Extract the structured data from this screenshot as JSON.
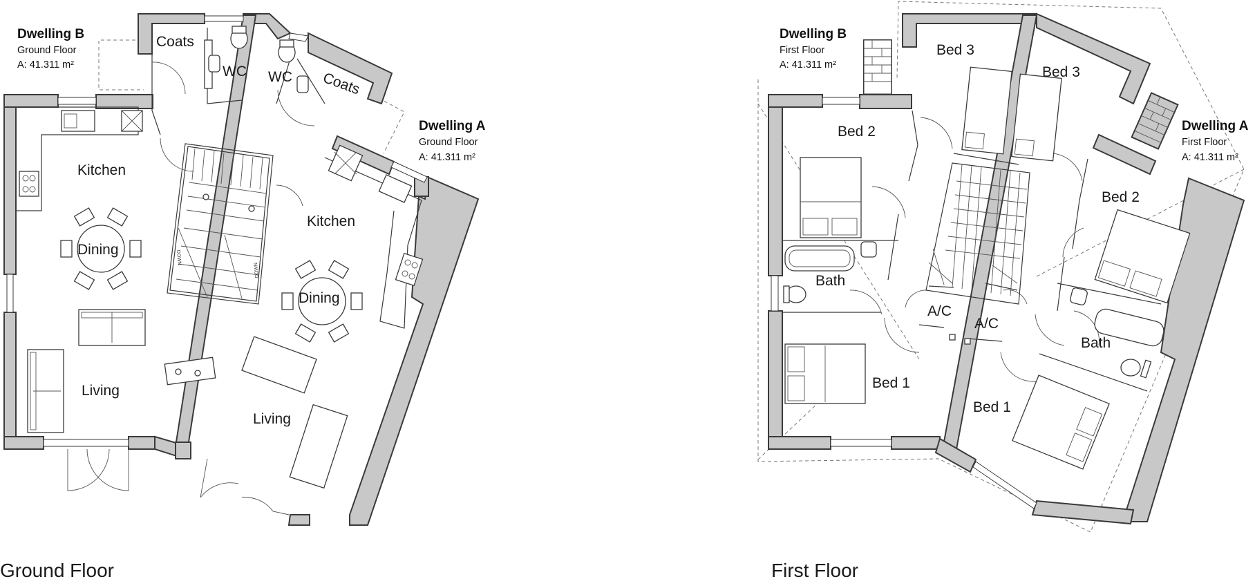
{
  "ground_floor": {
    "title": "Ground Floor",
    "dwelling_b": {
      "name": "Dwelling B",
      "floor": "Ground Floor",
      "area": "A:   41.311 m²"
    },
    "dwelling_a": {
      "name": "Dwelling A",
      "floor": "Ground Floor",
      "area": "A:   41.311 m²"
    },
    "rooms": {
      "b_coats": "Coats",
      "b_wc": "WC",
      "b_kitchen": "Kitchen",
      "b_dining": "Dining",
      "b_living": "Living",
      "a_coats": "Coats",
      "a_wc": "WC",
      "a_kitchen": "Kitchen",
      "a_dining": "Dining",
      "a_living": "Living"
    },
    "stair_labels": {
      "left": "DOWN",
      "right": "DOWN"
    }
  },
  "first_floor": {
    "title": "First Floor",
    "dwelling_b": {
      "name": "Dwelling B",
      "floor": "First Floor",
      "area": "A:   41.311 m²"
    },
    "dwelling_a": {
      "name": "Dwelling A",
      "floor": "First Floor",
      "area": "A:   41.311 m²"
    },
    "rooms": {
      "b_bed3": "Bed 3",
      "b_bed2": "Bed 2",
      "b_bath": "Bath",
      "b_ac": "A/C",
      "b_bed1": "Bed 1",
      "a_bed3": "Bed 3",
      "a_bed2": "Bed 2",
      "a_bath": "Bath",
      "a_ac": "A/C",
      "a_bed1": "Bed 1"
    }
  },
  "colors": {
    "wall_fill": "#c8c8c8",
    "line": "#3a3a3a",
    "background": "#ffffff"
  }
}
